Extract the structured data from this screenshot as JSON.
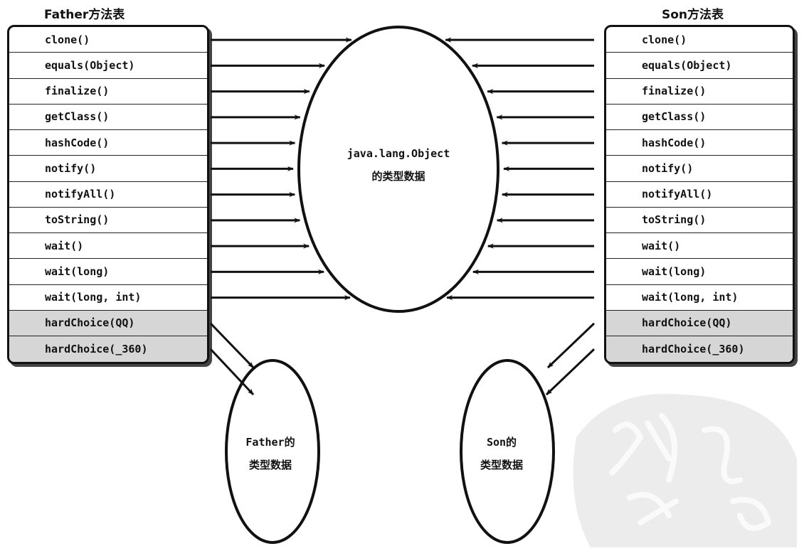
{
  "father": {
    "title": "Father方法表",
    "methods": [
      "clone()",
      "equals(Object)",
      "finalize()",
      "getClass()",
      "hashCode()",
      "notify()",
      "notifyAll()",
      "toString()",
      "wait()",
      "wait(long)",
      "wait(long, int)",
      "hardChoice(QQ)",
      "hardChoice(_360)"
    ],
    "oval_line1": "Father的",
    "oval_line2": "类型数据"
  },
  "son": {
    "title": "Son方法表",
    "methods": [
      "clone()",
      "equals(Object)",
      "finalize()",
      "getClass()",
      "hashCode()",
      "notify()",
      "notifyAll()",
      "toString()",
      "wait()",
      "wait(long)",
      "wait(long, int)",
      "hardChoice(QQ)",
      "hardChoice(_360)"
    ],
    "oval_line1": "Son的",
    "oval_line2": "类型数据"
  },
  "object_type": {
    "line1": "java.lang.Object",
    "line2": "的类型数据"
  },
  "colors": {
    "stroke": "#111111",
    "highlight_row": "#d6d6d6"
  }
}
